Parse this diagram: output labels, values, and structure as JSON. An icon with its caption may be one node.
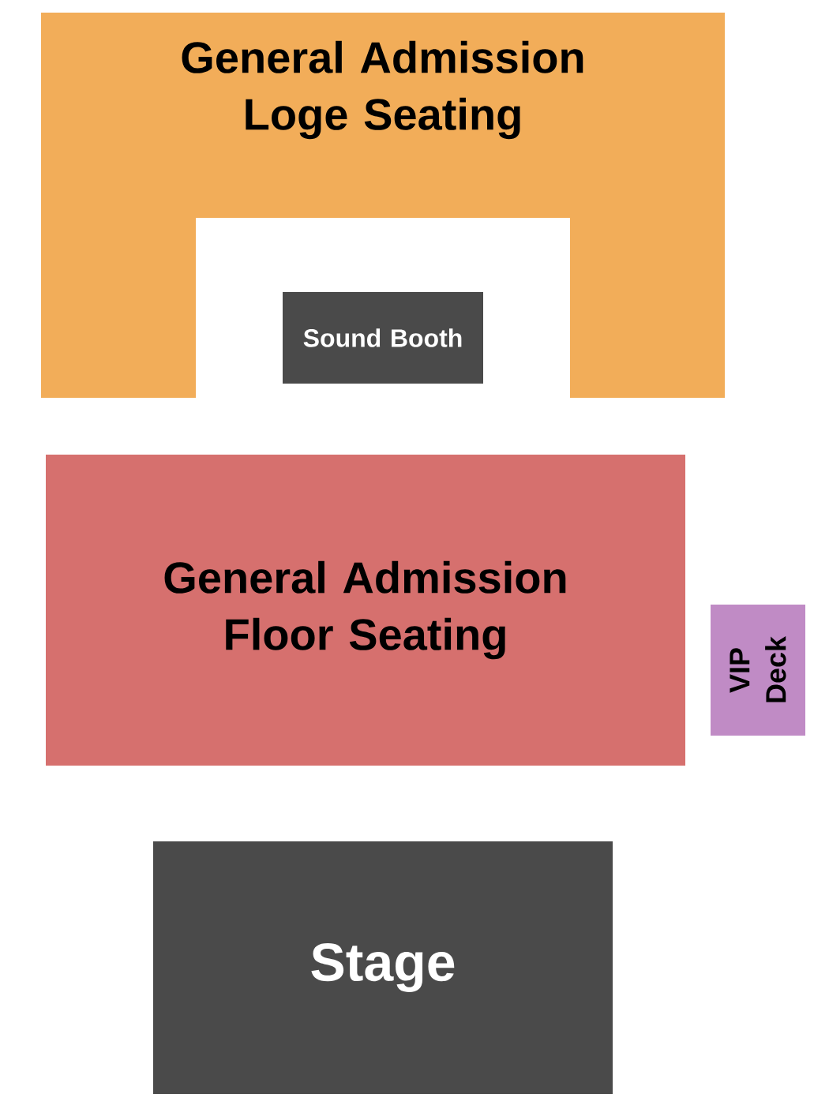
{
  "diagram": {
    "nodes": [
      {
        "text": [
          "General Admission Loge Seating"
        ]
      },
      {
        "text": [
          "Sound Booth"
        ]
      },
      {
        "text": [
          "General Admission Floor Seating"
        ]
      },
      {
        "text": [
          "VIP Deck"
        ]
      },
      {
        "text": [
          "Stage"
        ]
      }
    ]
  }
}
